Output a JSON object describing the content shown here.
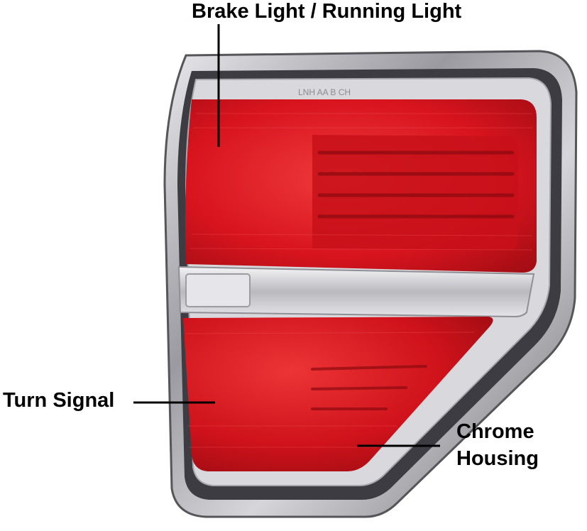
{
  "labels": {
    "brake_running": "Brake Light / Running Light",
    "turn_signal": "Turn Signal",
    "chrome_line1": "Chrome",
    "chrome_line2": "Housing"
  },
  "lens_text": "LNH AA B CH",
  "colors": {
    "lens_red": "#d8141e",
    "lens_dark_red": "#a30d14",
    "chrome": "#c9c9cd",
    "chrome_dark": "#5a5a60",
    "label_text": "#000000"
  }
}
